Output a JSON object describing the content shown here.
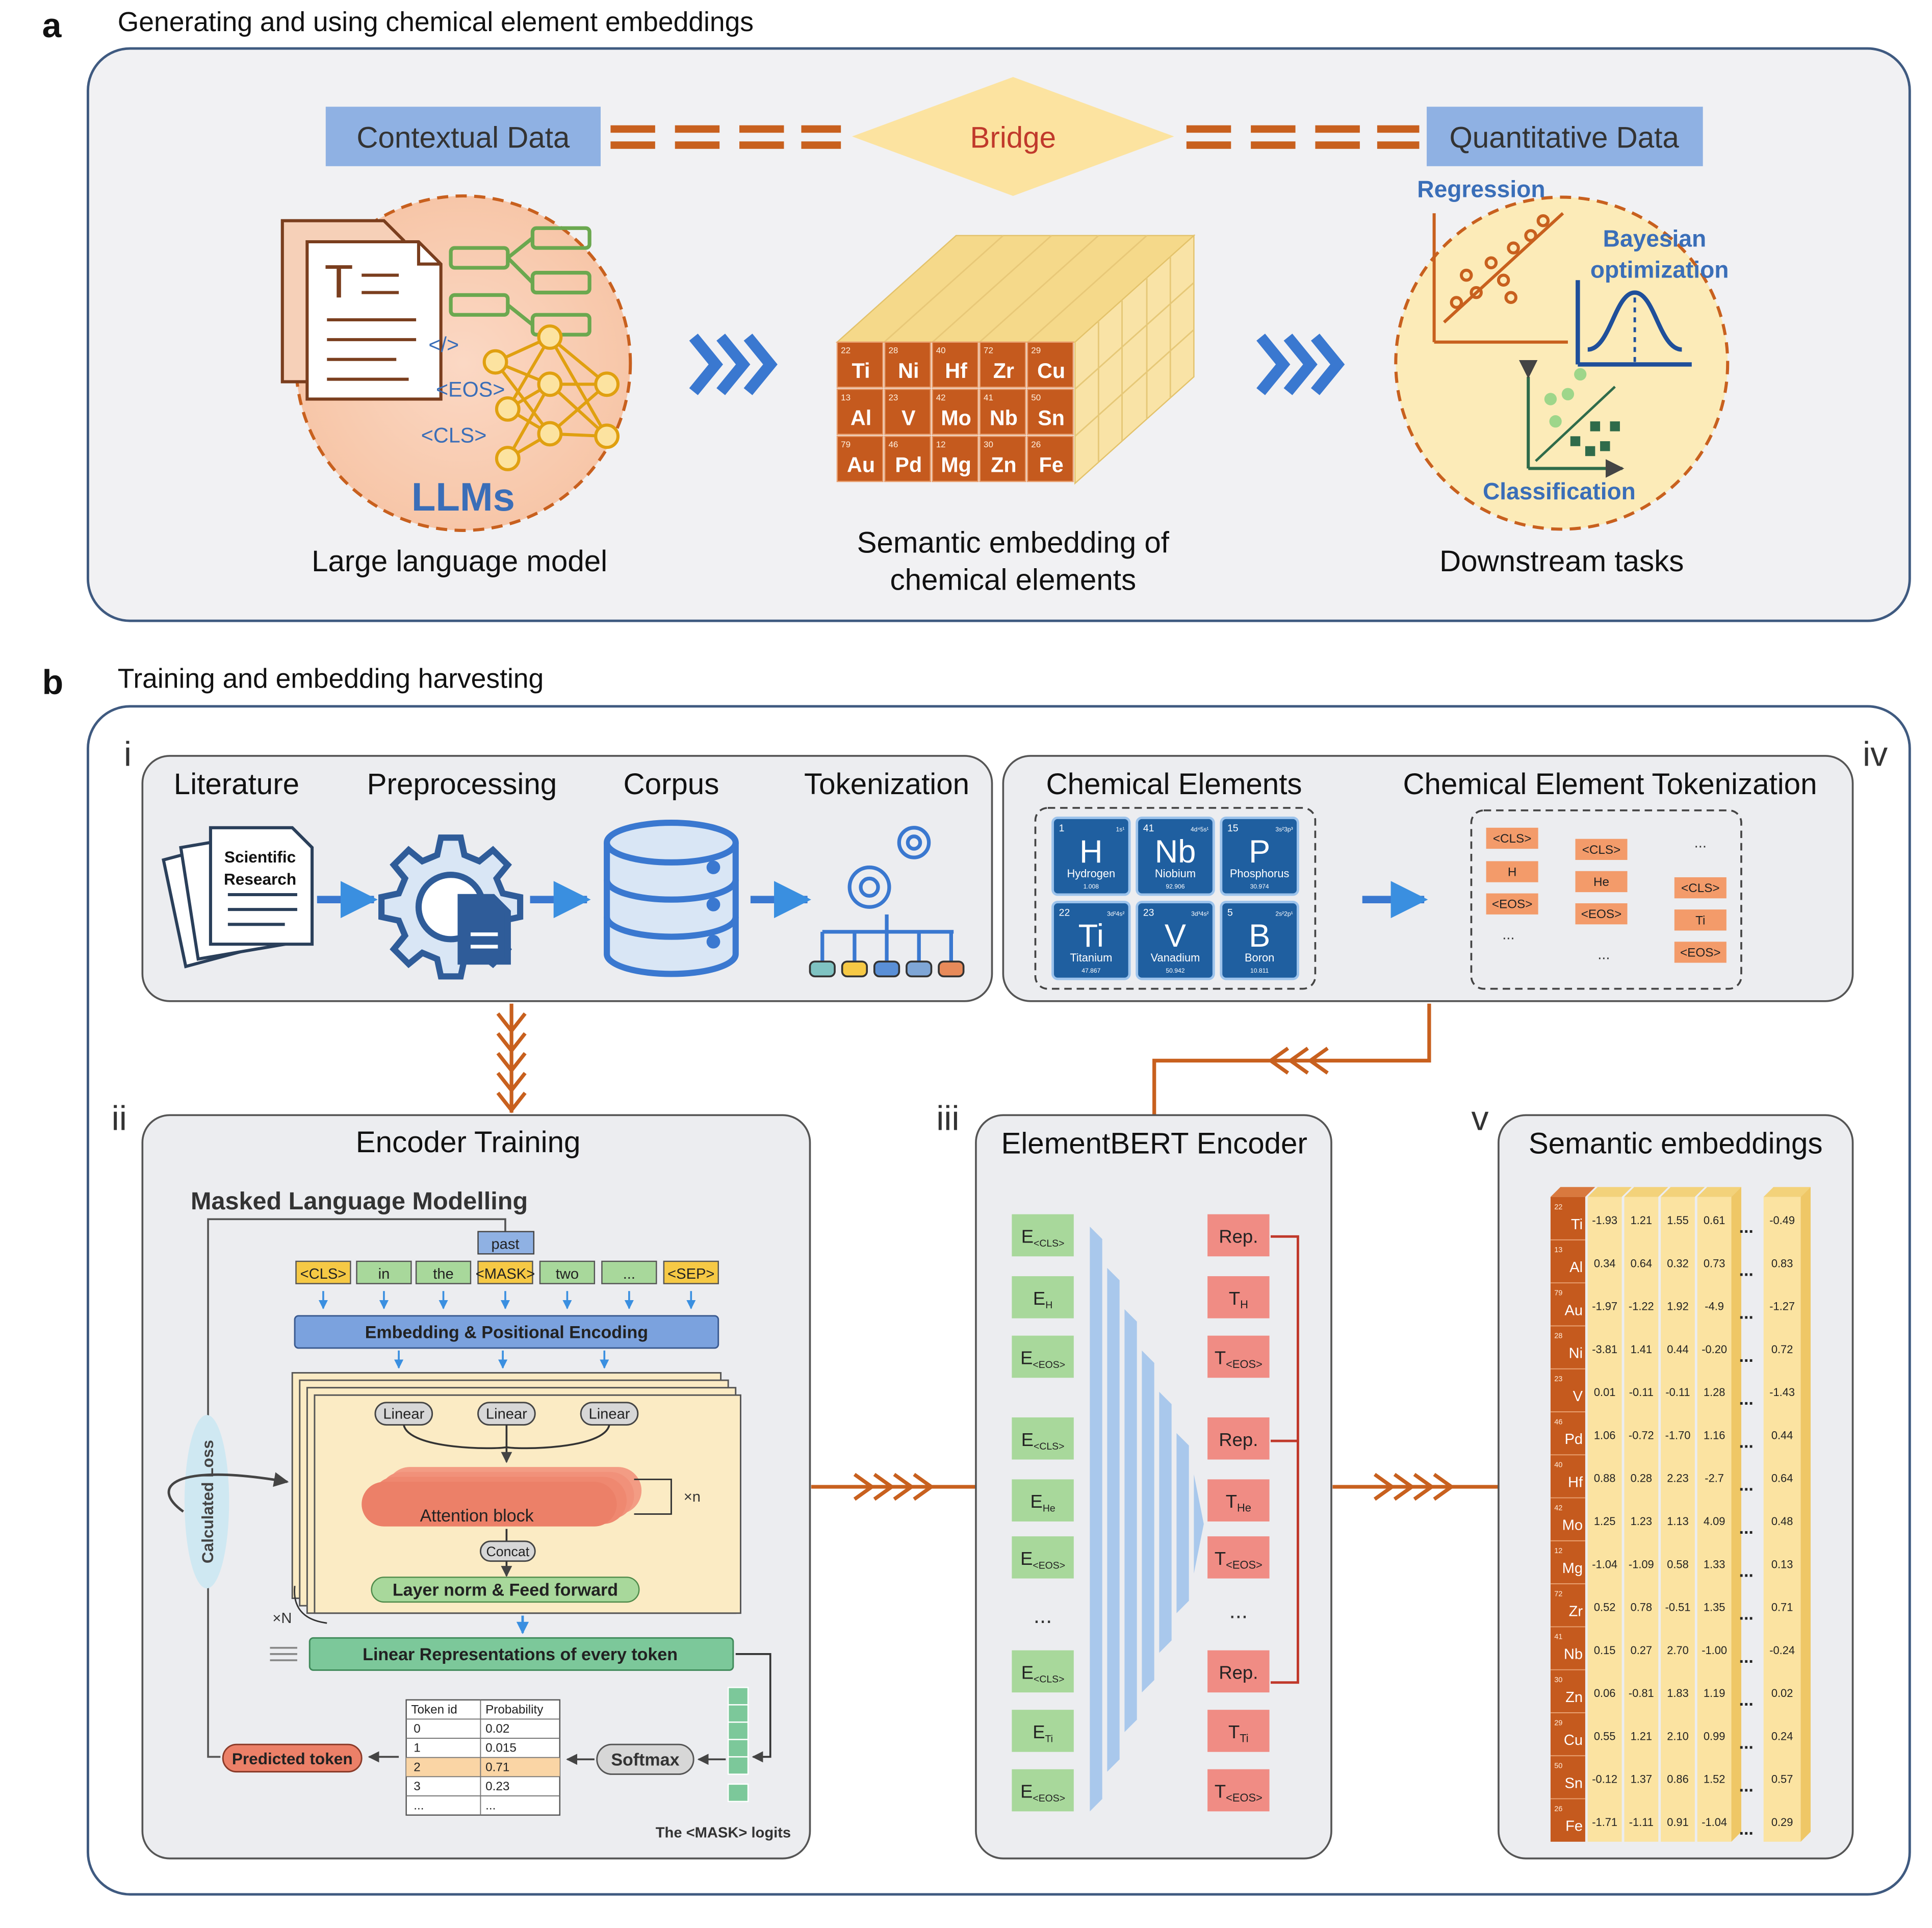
{
  "panel_a": {
    "letter": "a",
    "title": "Generating and using chemical element embeddings",
    "contextual": "Contextual Data",
    "bridge": "Bridge",
    "quantitative": "Quantitative Data",
    "llm": {
      "eos": "<EOS>",
      "cls": "<CLS>",
      "code": "</>",
      "llms": "LLMs",
      "caption": "Large language model"
    },
    "embedding": {
      "caption1": "Semantic embedding of",
      "caption2": "chemical elements",
      "grid": [
        [
          {
            "n": "22",
            "s": "Ti"
          },
          {
            "n": "28",
            "s": "Ni"
          },
          {
            "n": "40",
            "s": "Hf"
          },
          {
            "n": "72",
            "s": "Zr"
          },
          {
            "n": "29",
            "s": "Cu"
          }
        ],
        [
          {
            "n": "13",
            "s": "Al"
          },
          {
            "n": "23",
            "s": "V"
          },
          {
            "n": "42",
            "s": "Mo"
          },
          {
            "n": "41",
            "s": "Nb"
          },
          {
            "n": "50",
            "s": "Sn"
          }
        ],
        [
          {
            "n": "79",
            "s": "Au"
          },
          {
            "n": "46",
            "s": "Pd"
          },
          {
            "n": "12",
            "s": "Mg"
          },
          {
            "n": "30",
            "s": "Zn"
          },
          {
            "n": "26",
            "s": "Fe"
          }
        ]
      ]
    },
    "downstream": {
      "regression": "Regression",
      "bayes1": "Bayesian",
      "bayes2": "optimization",
      "classification": "Classification",
      "caption": "Downstream tasks"
    }
  },
  "panel_b": {
    "letter": "b",
    "title": "Training and embedding harvesting",
    "roman": {
      "i": "i",
      "ii": "ii",
      "iii": "iii",
      "iv": "iv",
      "v": "v"
    },
    "pipeline": {
      "literature": "Literature",
      "preprocessing": "Preprocessing",
      "corpus": "Corpus",
      "tokenization": "Tokenization",
      "doc1": "Scientific",
      "doc2": "Research"
    },
    "chem": {
      "title": "Chemical Elements",
      "tok_title": "Chemical Element Tokenization",
      "elements": [
        {
          "num": "1",
          "cfg": "1s¹",
          "sym": "H",
          "name": "Hydrogen",
          "mass": "1.008"
        },
        {
          "num": "41",
          "cfg": "4d⁴5s¹",
          "sym": "Nb",
          "name": "Niobium",
          "mass": "92.906"
        },
        {
          "num": "15",
          "cfg": "3s²3p³",
          "sym": "P",
          "name": "Phosphorus",
          "mass": "30.974"
        },
        {
          "num": "22",
          "cfg": "3d²4s²",
          "sym": "Ti",
          "name": "Titanium",
          "mass": "47.867"
        },
        {
          "num": "23",
          "cfg": "3d³4s²",
          "sym": "V",
          "name": "Vanadium",
          "mass": "50.942"
        },
        {
          "num": "5",
          "cfg": "2s²2p¹",
          "sym": "B",
          "name": "Boron",
          "mass": "10.811"
        }
      ],
      "tokens": {
        "c1": [
          "<CLS>",
          "H",
          "<EOS>"
        ],
        "c2": [
          "<CLS>",
          "He",
          "<EOS>"
        ],
        "c3": [
          "<CLS>",
          "Ti",
          "<EOS>"
        ],
        "dots": "..."
      }
    },
    "encoder": {
      "title": "Encoder Training",
      "mlm": "Masked Language Modelling",
      "past": "past",
      "tokens": [
        "<CLS>",
        "in",
        "the",
        "<MASK>",
        "two",
        "...",
        "<SEP>"
      ],
      "embedding": "Embedding & Positional Encoding",
      "linear": "Linear",
      "attention": "Attention block",
      "xn": "×n",
      "concat": "Concat",
      "layernorm": "Layer norm & Feed forward",
      "xN": "×N",
      "linrep": "Linear Representations of every token",
      "loss": "Calculated Loss",
      "predicted": "Predicted token",
      "softmax": "Softmax",
      "logits": "The <MASK> logits",
      "table": {
        "headers": [
          "Token id",
          "Probability"
        ],
        "rows": [
          [
            "0",
            "0.02"
          ],
          [
            "1",
            "0.015"
          ],
          [
            "2",
            "0.71"
          ],
          [
            "3",
            "0.23"
          ],
          [
            "...",
            "..."
          ]
        ]
      }
    },
    "elementbert": {
      "title": "ElementBERT Encoder",
      "inputs": [
        {
          "main": "E",
          "sub": "<CLS>"
        },
        {
          "main": "E",
          "sub": "H"
        },
        {
          "main": "E",
          "sub": "<EOS>"
        },
        {
          "main": "E",
          "sub": "<CLS>"
        },
        {
          "main": "E",
          "sub": "He"
        },
        {
          "main": "E",
          "sub": "<EOS>"
        },
        {
          "main": "E",
          "sub": "<CLS>"
        },
        {
          "main": "E",
          "sub": "Ti"
        },
        {
          "main": "E",
          "sub": "<EOS>"
        }
      ],
      "outputs": [
        {
          "main": "Rep.",
          "sub": ""
        },
        {
          "main": "T",
          "sub": "H"
        },
        {
          "main": "T",
          "sub": "<EOS>"
        },
        {
          "main": "Rep.",
          "sub": ""
        },
        {
          "main": "T",
          "sub": "He"
        },
        {
          "main": "T",
          "sub": "<EOS>"
        },
        {
          "main": "Rep.",
          "sub": ""
        },
        {
          "main": "T",
          "sub": "Ti"
        },
        {
          "main": "T",
          "sub": "<EOS>"
        }
      ],
      "dots": "..."
    },
    "semantic": {
      "title": "Semantic embeddings",
      "dots": "...",
      "rows": [
        {
          "n": "22",
          "s": "Ti",
          "v": [
            "-1.93",
            "1.21",
            "1.55",
            "0.61",
            "-0.49"
          ]
        },
        {
          "n": "13",
          "s": "Al",
          "v": [
            "0.34",
            "0.64",
            "0.32",
            "0.73",
            "0.83"
          ]
        },
        {
          "n": "79",
          "s": "Au",
          "v": [
            "-1.97",
            "-1.22",
            "1.92",
            "-4.9",
            "-1.27"
          ]
        },
        {
          "n": "28",
          "s": "Ni",
          "v": [
            "-3.81",
            "1.41",
            "0.44",
            "-0.20",
            "0.72"
          ]
        },
        {
          "n": "23",
          "s": "V",
          "v": [
            "0.01",
            "-0.11",
            "-0.11",
            "1.28",
            "-1.43"
          ]
        },
        {
          "n": "46",
          "s": "Pd",
          "v": [
            "1.06",
            "-0.72",
            "-1.70",
            "1.16",
            "0.44"
          ]
        },
        {
          "n": "40",
          "s": "Hf",
          "v": [
            "0.88",
            "0.28",
            "2.23",
            "-2.7",
            "0.64"
          ]
        },
        {
          "n": "42",
          "s": "Mo",
          "v": [
            "1.25",
            "1.23",
            "1.13",
            "4.09",
            "0.48"
          ]
        },
        {
          "n": "12",
          "s": "Mg",
          "v": [
            "-1.04",
            "-1.09",
            "0.58",
            "1.33",
            "0.13"
          ]
        },
        {
          "n": "72",
          "s": "Zr",
          "v": [
            "0.52",
            "0.78",
            "-0.51",
            "1.35",
            "0.71"
          ]
        },
        {
          "n": "41",
          "s": "Nb",
          "v": [
            "0.15",
            "0.27",
            "2.70",
            "-1.00",
            "-0.24"
          ]
        },
        {
          "n": "30",
          "s": "Zn",
          "v": [
            "0.06",
            "-0.81",
            "1.83",
            "1.19",
            "0.02"
          ]
        },
        {
          "n": "29",
          "s": "Cu",
          "v": [
            "0.55",
            "1.21",
            "2.10",
            "0.99",
            "0.24"
          ]
        },
        {
          "n": "50",
          "s": "Sn",
          "v": [
            "-0.12",
            "1.37",
            "0.86",
            "1.52",
            "0.57"
          ]
        },
        {
          "n": "26",
          "s": "Fe",
          "v": [
            "-1.71",
            "-1.11",
            "0.91",
            "-1.04",
            "0.29"
          ]
        }
      ]
    }
  },
  "colors": {
    "accent_orange": "#C8601E",
    "tile_orange": "#C55A1E",
    "blue_box": "#8FB1E3",
    "blue_text": "#3A6EB8",
    "element_blue": "#1F5FA0",
    "green_token": "#A8D89B",
    "red_token": "#F08C84",
    "yellow": "#FCE3A0"
  }
}
